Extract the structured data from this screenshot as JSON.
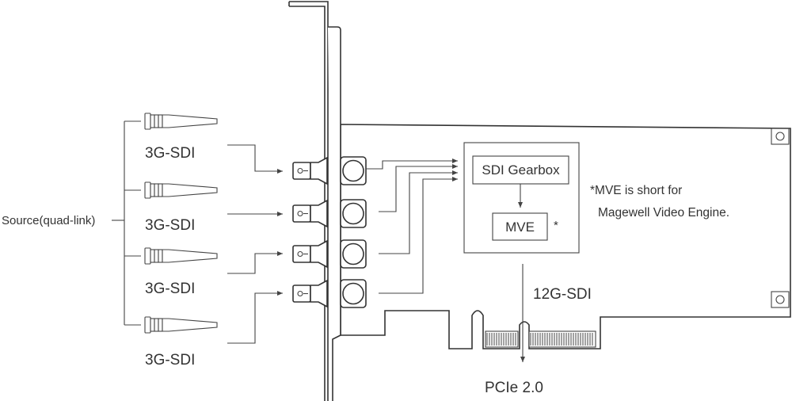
{
  "source_label": "Source(quad-link)",
  "inputs": [
    {
      "label": "3G-SDI"
    },
    {
      "label": "3G-SDI"
    },
    {
      "label": "3G-SDI"
    },
    {
      "label": "3G-SDI"
    }
  ],
  "gearbox_label": "SDI Gearbox",
  "mve_label": "MVE",
  "mve_asterisk": "*",
  "note_line1": "*MVE is short for",
  "note_line2": "Magewell Video Engine.",
  "output_label": "12G-SDI",
  "bus_label": "PCIe 2.0"
}
